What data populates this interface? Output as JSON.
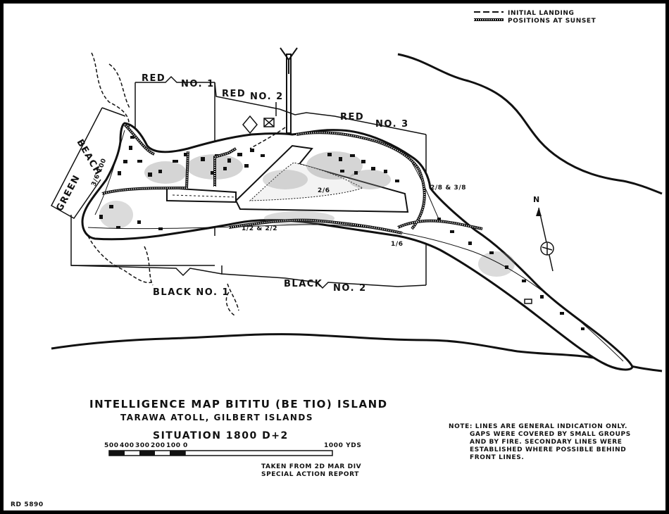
{
  "legend": {
    "item_1": "INITIAL LANDING",
    "item_2": "POSITIONS AT SUNSET"
  },
  "beaches": {
    "red_1": "RED",
    "red_1_no": "NO. 1",
    "red_2": "RED",
    "red_2_no": "NO. 2",
    "red_3": "RED",
    "red_3_no": "NO. 3",
    "green": "GREEN",
    "green_2": "BEACH",
    "black_1": "BLACK NO. 1",
    "black_2": "BLACK",
    "black_2_no": "NO. 2"
  },
  "unit_labels": {
    "u_3_6_100": "3/6   100",
    "u_2_8_3_8": "2/8  &  3/8",
    "u_1_2_2_2": "1/2   &   2/2",
    "u_1_6": "1/6",
    "u_2_6": "2/6"
  },
  "north": "N",
  "title": {
    "line1": "INTELLIGENCE MAP BITITU (BE TIO) ISLAND",
    "line2": "TARAWA ATOLL, GILBERT ISLANDS",
    "line3": "SITUATION 1800 D+2"
  },
  "scale": {
    "ticks": [
      "500",
      "400",
      "300",
      "200",
      "100",
      "0"
    ],
    "end_label": "1000 YDS"
  },
  "source": {
    "line1": "TAKEN FROM 2D MAR DIV",
    "line2": "SPECIAL ACTION REPORT"
  },
  "note": {
    "line1": "NOTE: LINES ARE GENERAL INDICATION ONLY.",
    "line2": "GAPS WERE COVERED BY SMALL GROUPS",
    "line3": "AND BY FIRE. SECONDARY LINES WERE",
    "line4": "ESTABLISHED WHERE POSSIBLE BEHIND",
    "line5": "FRONT LINES."
  },
  "ref_number": "RD 5890"
}
